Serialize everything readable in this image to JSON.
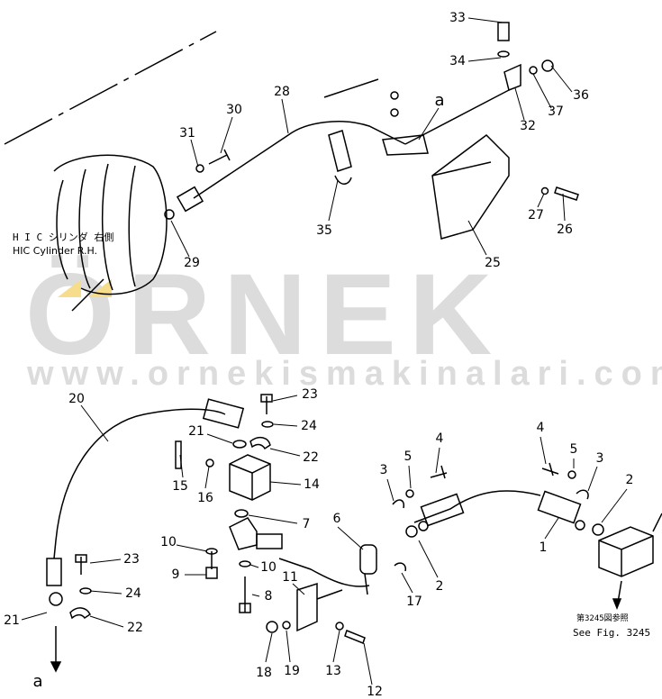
{
  "watermark": {
    "brand": "ÖRNEK",
    "url": "www.ornekismakinalari.com.tr",
    "accent_color": "#f5dd8c",
    "text_color": "#dcdcdc"
  },
  "notes": {
    "cylinder_jp": "H I C シリンダ 右側",
    "cylinder_en": "HIC Cylinder R.H.",
    "fig_ref_jp": "第3245図参照",
    "fig_ref_en": "See Fig. 3245"
  },
  "callouts": [
    "33",
    "34",
    "36",
    "37",
    "32",
    "a",
    "28",
    "30",
    "31",
    "27",
    "26",
    "35",
    "25",
    "29",
    "20",
    "23",
    "24",
    "21",
    "22",
    "15",
    "16",
    "14",
    "7",
    "6",
    "10",
    "9",
    "10",
    "8",
    "11",
    "23",
    "24",
    "21",
    "22",
    "a",
    "18",
    "19",
    "13",
    "12",
    "17",
    "2",
    "3",
    "5",
    "4",
    "4",
    "5",
    "3",
    "2",
    "1"
  ]
}
